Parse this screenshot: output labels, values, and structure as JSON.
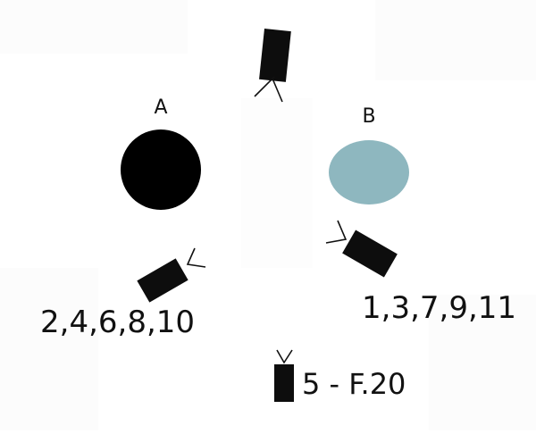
{
  "diagram": {
    "labels": {
      "a": "A",
      "b": "B",
      "left_numbers": "2,4,6,8,10",
      "right_numbers": "1,3,7,9,11",
      "bottom_numbers": "5 - F.20"
    },
    "colors": {
      "background": "#ffffff",
      "camera": "#0d0d0d",
      "circle_a": "#000000",
      "circle_b": "#8eb7bf",
      "text": "#111111"
    },
    "icons": {
      "camera": "camera-icon",
      "circle_a": "circle-a",
      "circle_b": "circle-b"
    }
  }
}
